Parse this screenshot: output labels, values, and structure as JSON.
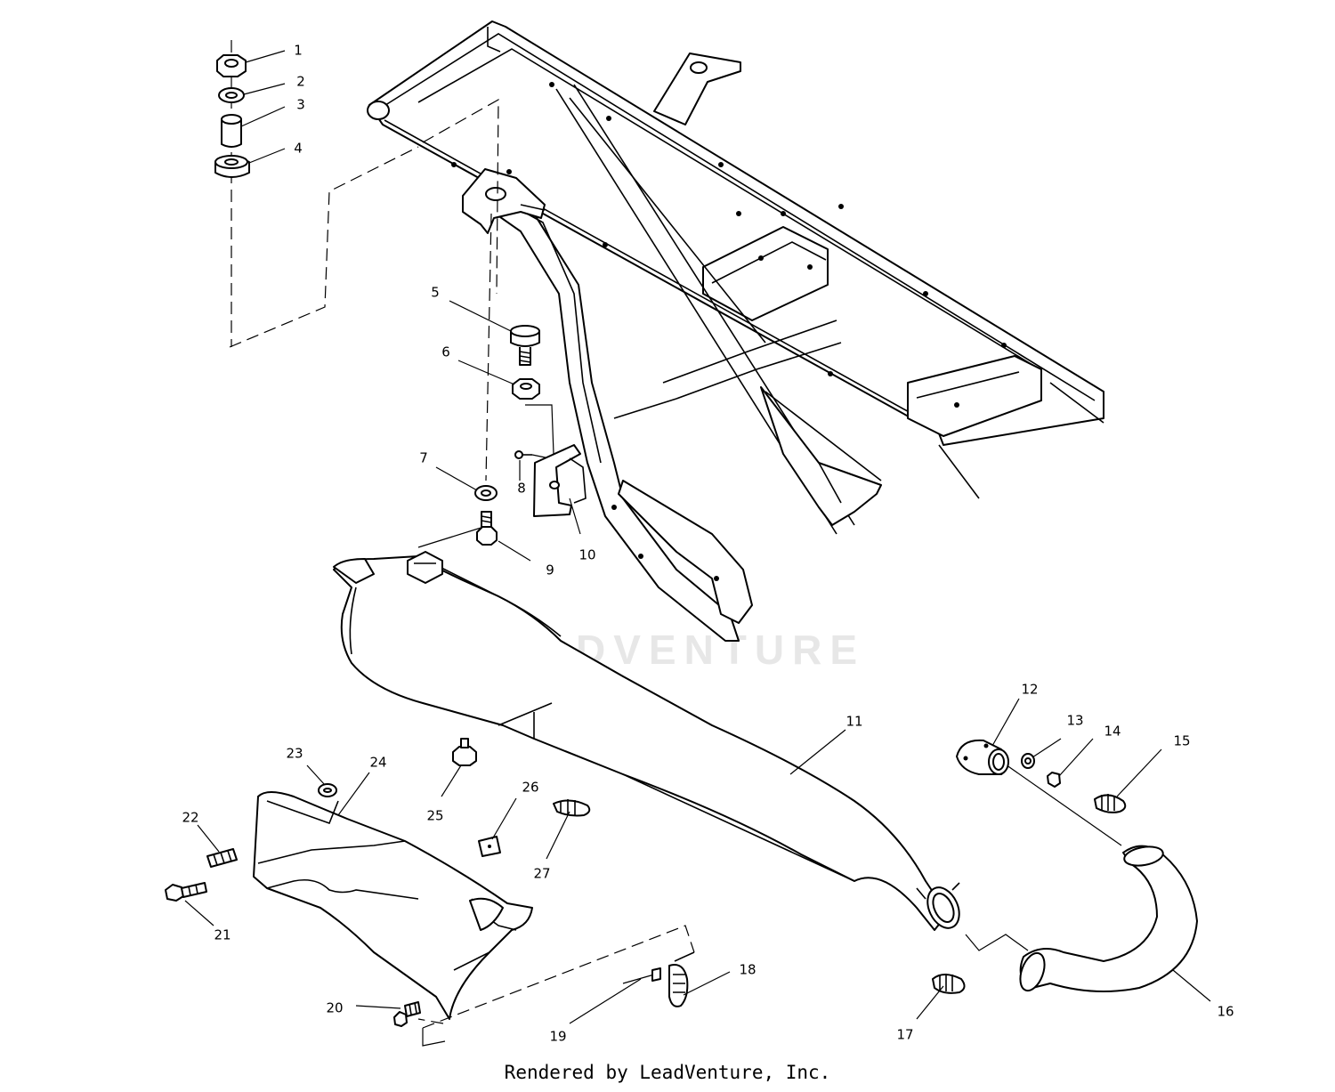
{
  "diagram": {
    "part_numbers": [
      "1",
      "2",
      "3",
      "4",
      "5",
      "6",
      "7",
      "8",
      "9",
      "10",
      "11",
      "12",
      "13",
      "14",
      "15",
      "16",
      "17",
      "18",
      "19",
      "20",
      "21",
      "22",
      "23",
      "24",
      "25",
      "26",
      "27"
    ]
  },
  "watermark": "LEADVENTURE",
  "footer": "Rendered by LeadVenture, Inc.",
  "colors": {
    "ink": "#000000",
    "paper": "#ffffff",
    "watermark": "#e7e7e7"
  }
}
